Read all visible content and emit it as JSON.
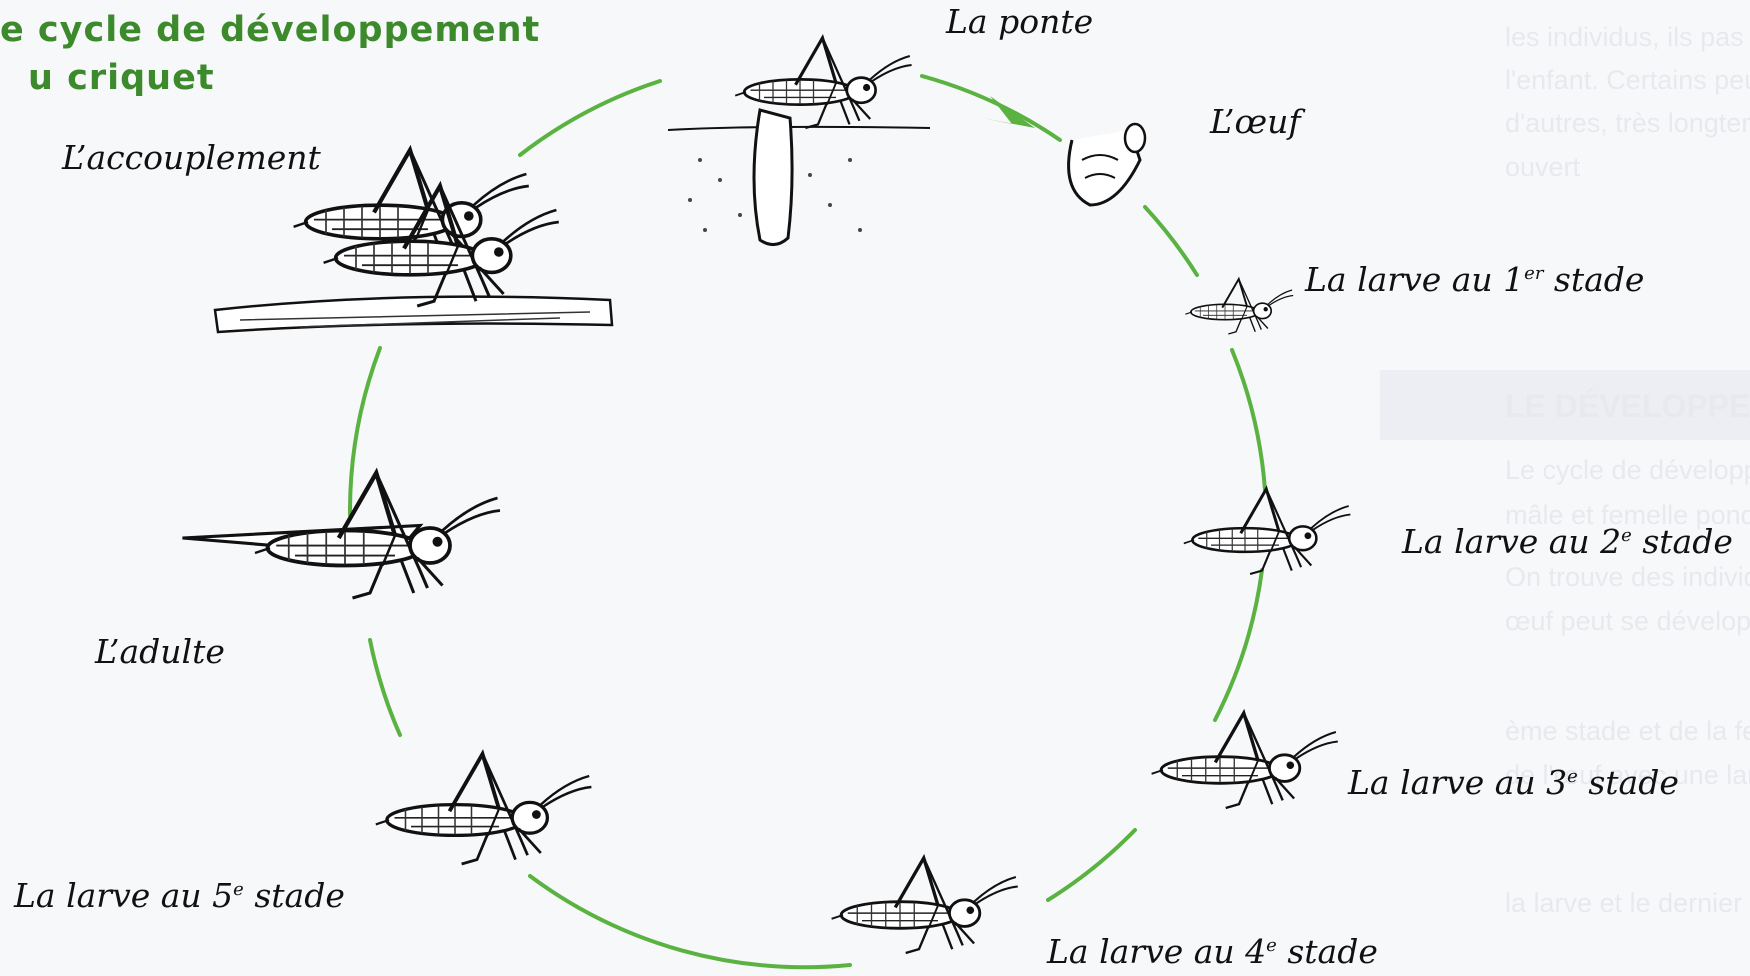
{
  "title": "e cycle de développement\nu criquet",
  "colors": {
    "cycle": "#5ab241",
    "title": "#3d8a2d"
  },
  "stages": [
    {
      "id": "ponte",
      "label": "La ponte",
      "sup": "",
      "suffix": ""
    },
    {
      "id": "oeuf",
      "label": "L’œuf",
      "sup": "",
      "suffix": ""
    },
    {
      "id": "larve1",
      "label": "La larve au 1",
      "sup": "er",
      "suffix": " stade"
    },
    {
      "id": "larve2",
      "label": "La larve au 2",
      "sup": "e",
      "suffix": " stade"
    },
    {
      "id": "larve3",
      "label": "La larve au 3",
      "sup": "e",
      "suffix": " stade"
    },
    {
      "id": "larve4",
      "label": "La larve au 4",
      "sup": "e",
      "suffix": " stade"
    },
    {
      "id": "larve5",
      "label": "La larve au 5",
      "sup": "e",
      "suffix": " stade"
    },
    {
      "id": "adulte",
      "label": "L’adulte",
      "sup": "",
      "suffix": ""
    },
    {
      "id": "accouplement",
      "label": "L’accouplement",
      "sup": "",
      "suffix": ""
    }
  ],
  "background_text": [
    "les individus, ils pas ont",
    "l'enfant. Certains peuvent vivre",
    "d'autres, très longtemps, ses",
    "ouvert",
    "LE DÉVELOPPEMENT DES INS",
    "Le cycle de développement du criquet, le",
    "mâle et femelle pondent un œuf.",
    "On trouve des individus",
    "œuf peut se développer sans être fécondé",
    "ème stade et de la femelle",
    "de l'œuf avec une larve",
    "la larve et le dernier stade"
  ]
}
